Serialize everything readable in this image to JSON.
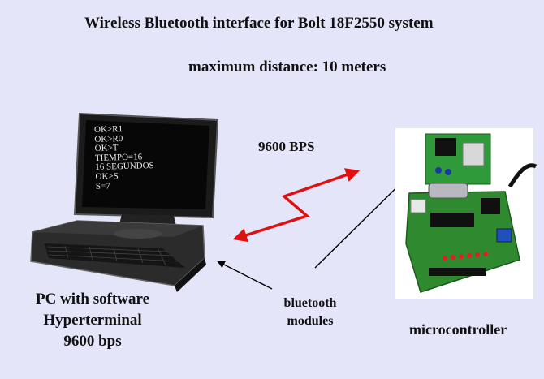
{
  "title": "Wireless Bluetooth interface for Bolt 18F2550 system",
  "subtitle": "maximum distance: 10 meters",
  "rate_label": "9600 BPS",
  "pc_label": [
    "PC with software",
    "Hyperterminal",
    "9600 bps"
  ],
  "bluetooth_label": [
    "bluetooth",
    "modules"
  ],
  "mcu_label": "microcontroller",
  "screen_lines": [
    "OK>R1",
    "OK>R0",
    "OK>T",
    "TIEMPO=16",
    "16 SEGUNDOS",
    "OK>S",
    "S=7"
  ],
  "colors": {
    "background": "#e4e5f8",
    "link_arrow": "#e01010",
    "pointer_arrow": "#000000",
    "board": "#2f8a2f"
  }
}
